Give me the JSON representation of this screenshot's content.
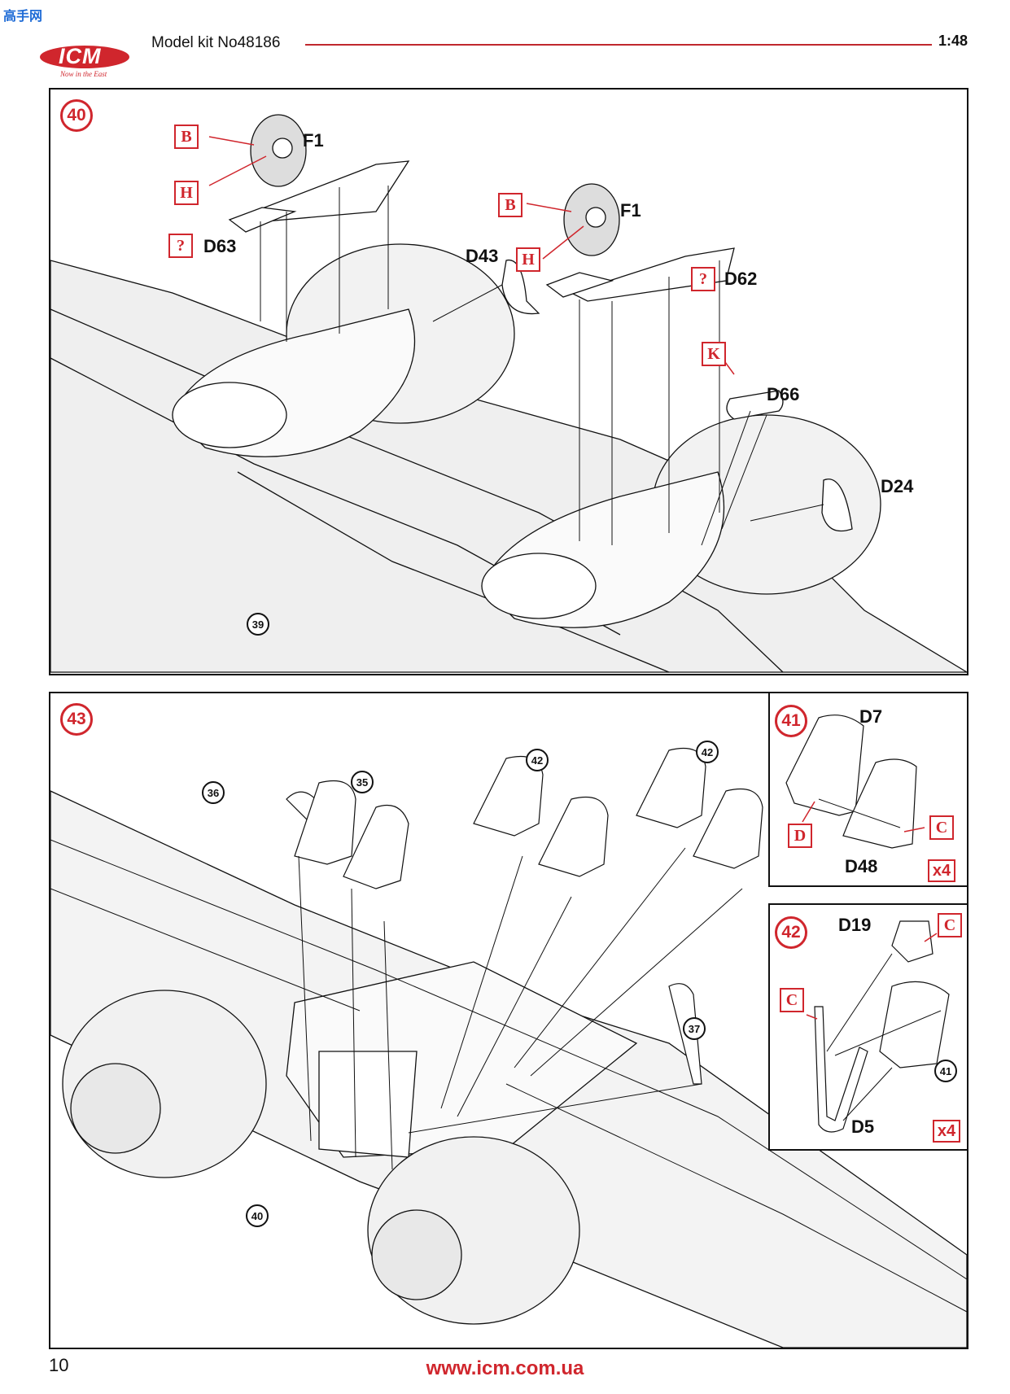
{
  "header": {
    "logo_text": "ICM",
    "logo_tagline": "Now in the East",
    "title": "Model kit No48186",
    "scale": "1:48",
    "watermark": "高手网"
  },
  "panels": {
    "step40": {
      "step": "40",
      "ref_prev": "39",
      "parts": {
        "f1_left": "F1",
        "f1_right": "F1",
        "d63": "D63",
        "d62": "D62",
        "d43": "D43",
        "d66": "D66",
        "d24": "D24"
      },
      "paints": {
        "b_left": "B",
        "h_left": "H",
        "q_left": "?",
        "b_right": "B",
        "h_right": "H",
        "q_right": "?",
        "k": "K"
      }
    },
    "step43": {
      "step": "43",
      "refs": {
        "r36": "36",
        "r35": "35",
        "r42a": "42",
        "r42b": "42",
        "r37": "37",
        "r40": "40"
      }
    },
    "step41": {
      "step": "41",
      "parts": {
        "d7": "D7",
        "d48": "D48"
      },
      "paints": {
        "d": "D",
        "c": "C"
      },
      "multiplier": "x4"
    },
    "step42": {
      "step": "42",
      "ref": "41",
      "parts": {
        "d19": "D19",
        "d5": "D5"
      },
      "paints": {
        "c_top": "C",
        "c_left": "C"
      },
      "multiplier": "x4"
    }
  },
  "footer": {
    "page_number": "10",
    "url": "www.icm.com.ua"
  },
  "colors": {
    "accent": "#d0262d",
    "line": "#111111"
  }
}
